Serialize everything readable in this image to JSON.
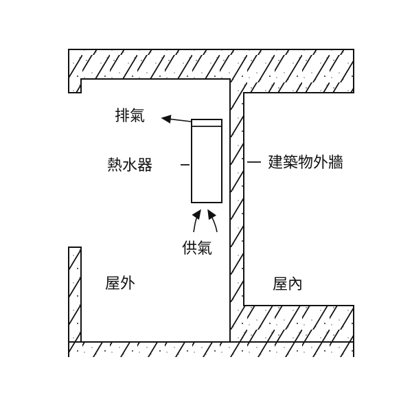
{
  "diagram": {
    "labels": {
      "exhaust": "排氣",
      "heater": "熱水器",
      "wall": "建築物外牆",
      "supply": "供氣",
      "outdoor": "屋外",
      "indoor": "屋內"
    }
  }
}
